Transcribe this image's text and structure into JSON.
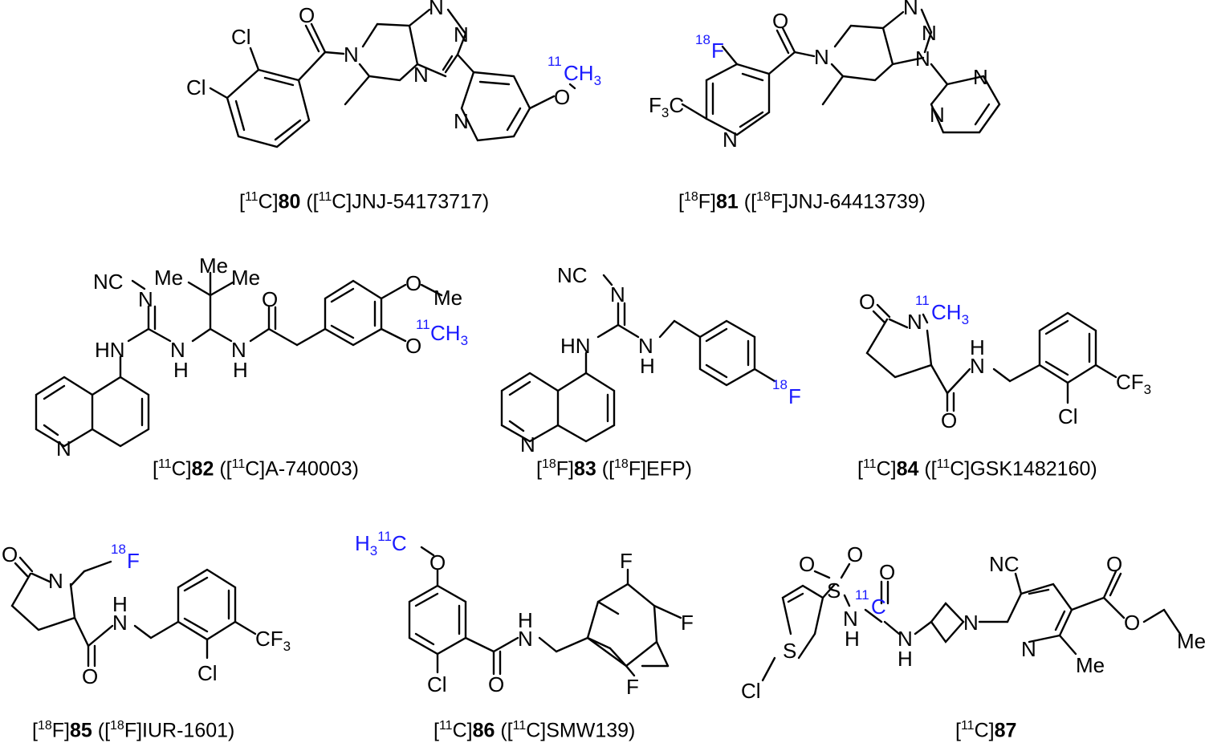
{
  "colors": {
    "label_blue": "#1a1aff",
    "ink": "#000000"
  },
  "compounds": [
    {
      "iso": "11",
      "elem": "C",
      "num": "80",
      "alt_iso": "11",
      "alt_elem": "C",
      "alt_name": "JNJ-54173717"
    },
    {
      "iso": "18",
      "elem": "F",
      "num": "81",
      "alt_iso": "18",
      "alt_elem": "F",
      "alt_name": "JNJ-64413739"
    },
    {
      "iso": "11",
      "elem": "C",
      "num": "82",
      "alt_iso": "11",
      "alt_elem": "C",
      "alt_name": "A-740003"
    },
    {
      "iso": "18",
      "elem": "F",
      "num": "83",
      "alt_iso": "18",
      "alt_elem": "F",
      "alt_name": "EFP"
    },
    {
      "iso": "11",
      "elem": "C",
      "num": "84",
      "alt_iso": "11",
      "alt_elem": "C",
      "alt_name": "GSK1482160"
    },
    {
      "iso": "18",
      "elem": "F",
      "num": "85",
      "alt_iso": "18",
      "alt_elem": "F",
      "alt_name": "IUR-1601"
    },
    {
      "iso": "11",
      "elem": "C",
      "num": "86",
      "alt_iso": "11",
      "alt_elem": "C",
      "alt_name": "SMW139"
    },
    {
      "iso": "11",
      "elem": "C",
      "num": "87"
    }
  ],
  "atoms": {
    "Cl": "Cl",
    "N": "N",
    "O": "O",
    "F": "F",
    "S": "S",
    "H": "H",
    "HN": "HN",
    "NH": "NH",
    "Me": "Me",
    "CF3": "CF",
    "CF3_sub": "3",
    "F3C": "F",
    "F3C_sub": "3",
    "F3C_tail": "C",
    "NC": "NC",
    "CN": "NC",
    "label_11CH3": "CH",
    "label_11CH3_sub": "3",
    "iso11": "11",
    "iso18": "18",
    "label_H3_11C": "H",
    "label_H3_sub": "3",
    "label_11C_letter": "C"
  }
}
